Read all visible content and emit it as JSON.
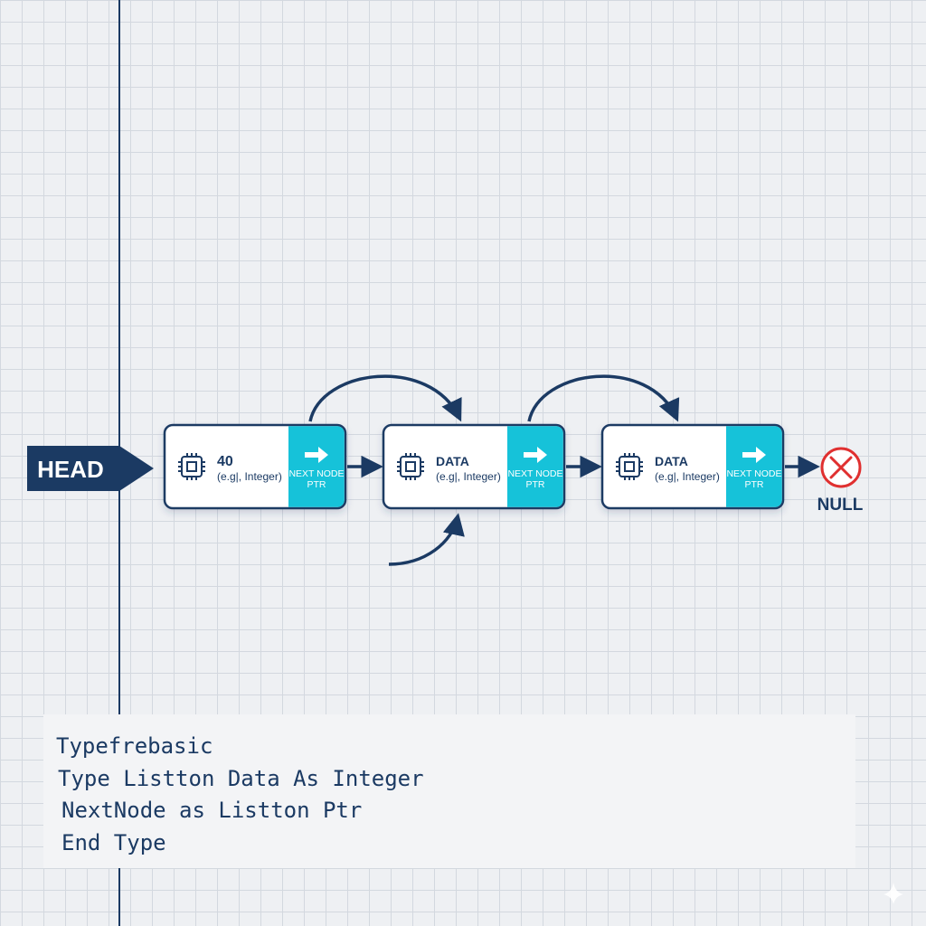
{
  "diagram": {
    "head_label": "HEAD",
    "null_label": "NULL",
    "nodes": [
      {
        "value": "40",
        "hint": "(e.g|, Integer)",
        "ptr_line1": "NEXT NODE",
        "ptr_line2": "PTR"
      },
      {
        "value": "DATA",
        "hint": "(e.g|, Integer)",
        "ptr_line1": "NEXT NODE",
        "ptr_line2": "PTR"
      },
      {
        "value": "DATA",
        "hint": "(e.g|, Integer)",
        "ptr_line1": "NEXT NODE",
        "ptr_line2": "PTR"
      }
    ],
    "code_lines": [
      "Typefrebasic",
      "Type Listton Data As Integer",
      "NextNode as Listton Ptr",
      "End Type"
    ],
    "colors": {
      "navy": "#1b3a63",
      "cyan": "#16c2d9",
      "null_red": "#e03030",
      "node_fill": "#ffffff",
      "code_panel": "#f3f4f6"
    },
    "icons": {
      "node_icon": "chip-icon",
      "pointer_icon": "arrow-right-icon",
      "null_icon": "null-x-icon",
      "corner_icon": "sparkle-icon"
    }
  }
}
